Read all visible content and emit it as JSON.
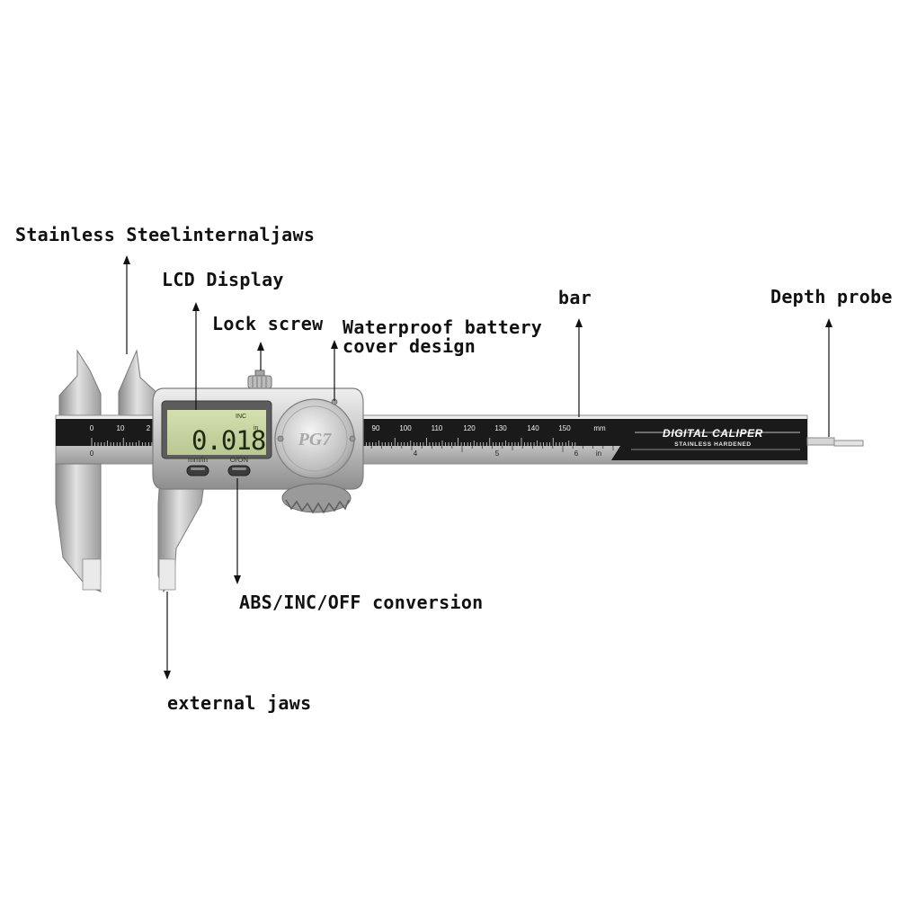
{
  "callouts": {
    "internal_jaws": "Stainless Steelinternaljaws",
    "lcd_display": "LCD Display",
    "lock_screw": "Lock screw",
    "battery_cover_line1": "Waterproof battery",
    "battery_cover_line2": "cover design",
    "bar": "bar",
    "depth_probe": "Depth probe",
    "abs_inc_off": "ABS/INC/OFF conversion",
    "external_jaws": "external jaws"
  },
  "caliper": {
    "lcd_reading": "0.018",
    "lcd_inc": "INC",
    "lcd_in": "in",
    "button_left_label": "mm/in",
    "button_right_label": "O/ON",
    "logo": "PG7",
    "brand": "DIGITAL CALIPER",
    "brand_sub": "STAINLESS HARDENED",
    "mm_unit": "mm",
    "in_unit": "in",
    "mm_scale_left": [
      "0",
      "10",
      "2"
    ],
    "mm_scale_right": [
      "90",
      "100",
      "110",
      "120",
      "130",
      "140",
      "150"
    ],
    "in_scale": [
      "0",
      "4",
      "5",
      "6"
    ]
  },
  "colors": {
    "steel_light": "#d9d9d9",
    "steel_mid": "#a9a9a9",
    "steel_dark": "#6f6f6f",
    "scale_black": "#1a1a1a",
    "lcd_green": "#c9d6a6"
  }
}
